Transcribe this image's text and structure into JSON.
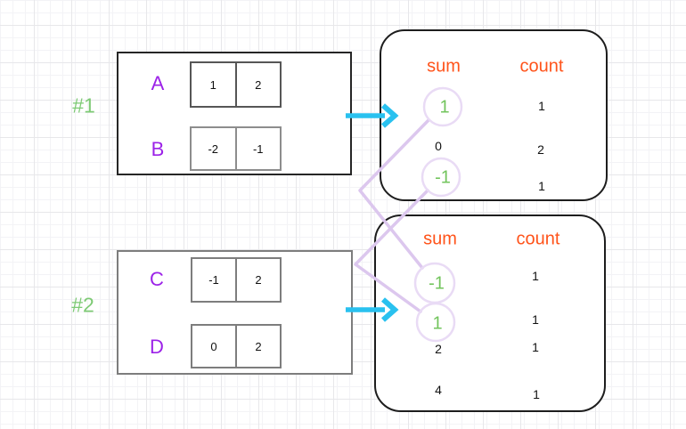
{
  "examples": [
    {
      "label": "#1",
      "arrays": [
        {
          "name": "A",
          "cells": [
            "1",
            "2"
          ]
        },
        {
          "name": "B",
          "cells": [
            "-2",
            "-1"
          ]
        }
      ]
    },
    {
      "label": "#2",
      "arrays": [
        {
          "name": "C",
          "cells": [
            "-1",
            "2"
          ]
        },
        {
          "name": "D",
          "cells": [
            "0",
            "2"
          ]
        }
      ]
    }
  ],
  "tables": [
    {
      "sum_header": "sum",
      "count_header": "count",
      "rows": [
        {
          "sum": "1",
          "count": "1",
          "circled": true
        },
        {
          "sum": "0",
          "count": "2",
          "circled": false
        },
        {
          "sum": "-1",
          "count": "1",
          "circled": true
        }
      ]
    },
    {
      "sum_header": "sum",
      "count_header": "count",
      "rows": [
        {
          "sum": "-1",
          "count": "1",
          "circled": true
        },
        {
          "sum": "1",
          "count": "1",
          "circled": true
        },
        {
          "sum": "2",
          "count": "1",
          "circled": false
        },
        {
          "sum": "4",
          "count": "1",
          "circled": false
        }
      ]
    }
  ],
  "connections": [
    {
      "from": "table1-sum-1",
      "to": "table2-sum--1"
    },
    {
      "from": "table1-sum--1",
      "to": "table2-sum-1"
    }
  ],
  "icons": {
    "arrow1": "right-arrow-icon",
    "arrow2": "right-arrow-icon"
  },
  "colors": {
    "example_label_green": "#7dca74",
    "array_name_purple": "#9c22e8",
    "header_orange": "#ff531a",
    "circled_value_green": "#72c45c",
    "connector_lavender": "#dcc7ee",
    "circle_lavender": "#e9dbf5",
    "arrow_cyan": "#29c1ef"
  }
}
